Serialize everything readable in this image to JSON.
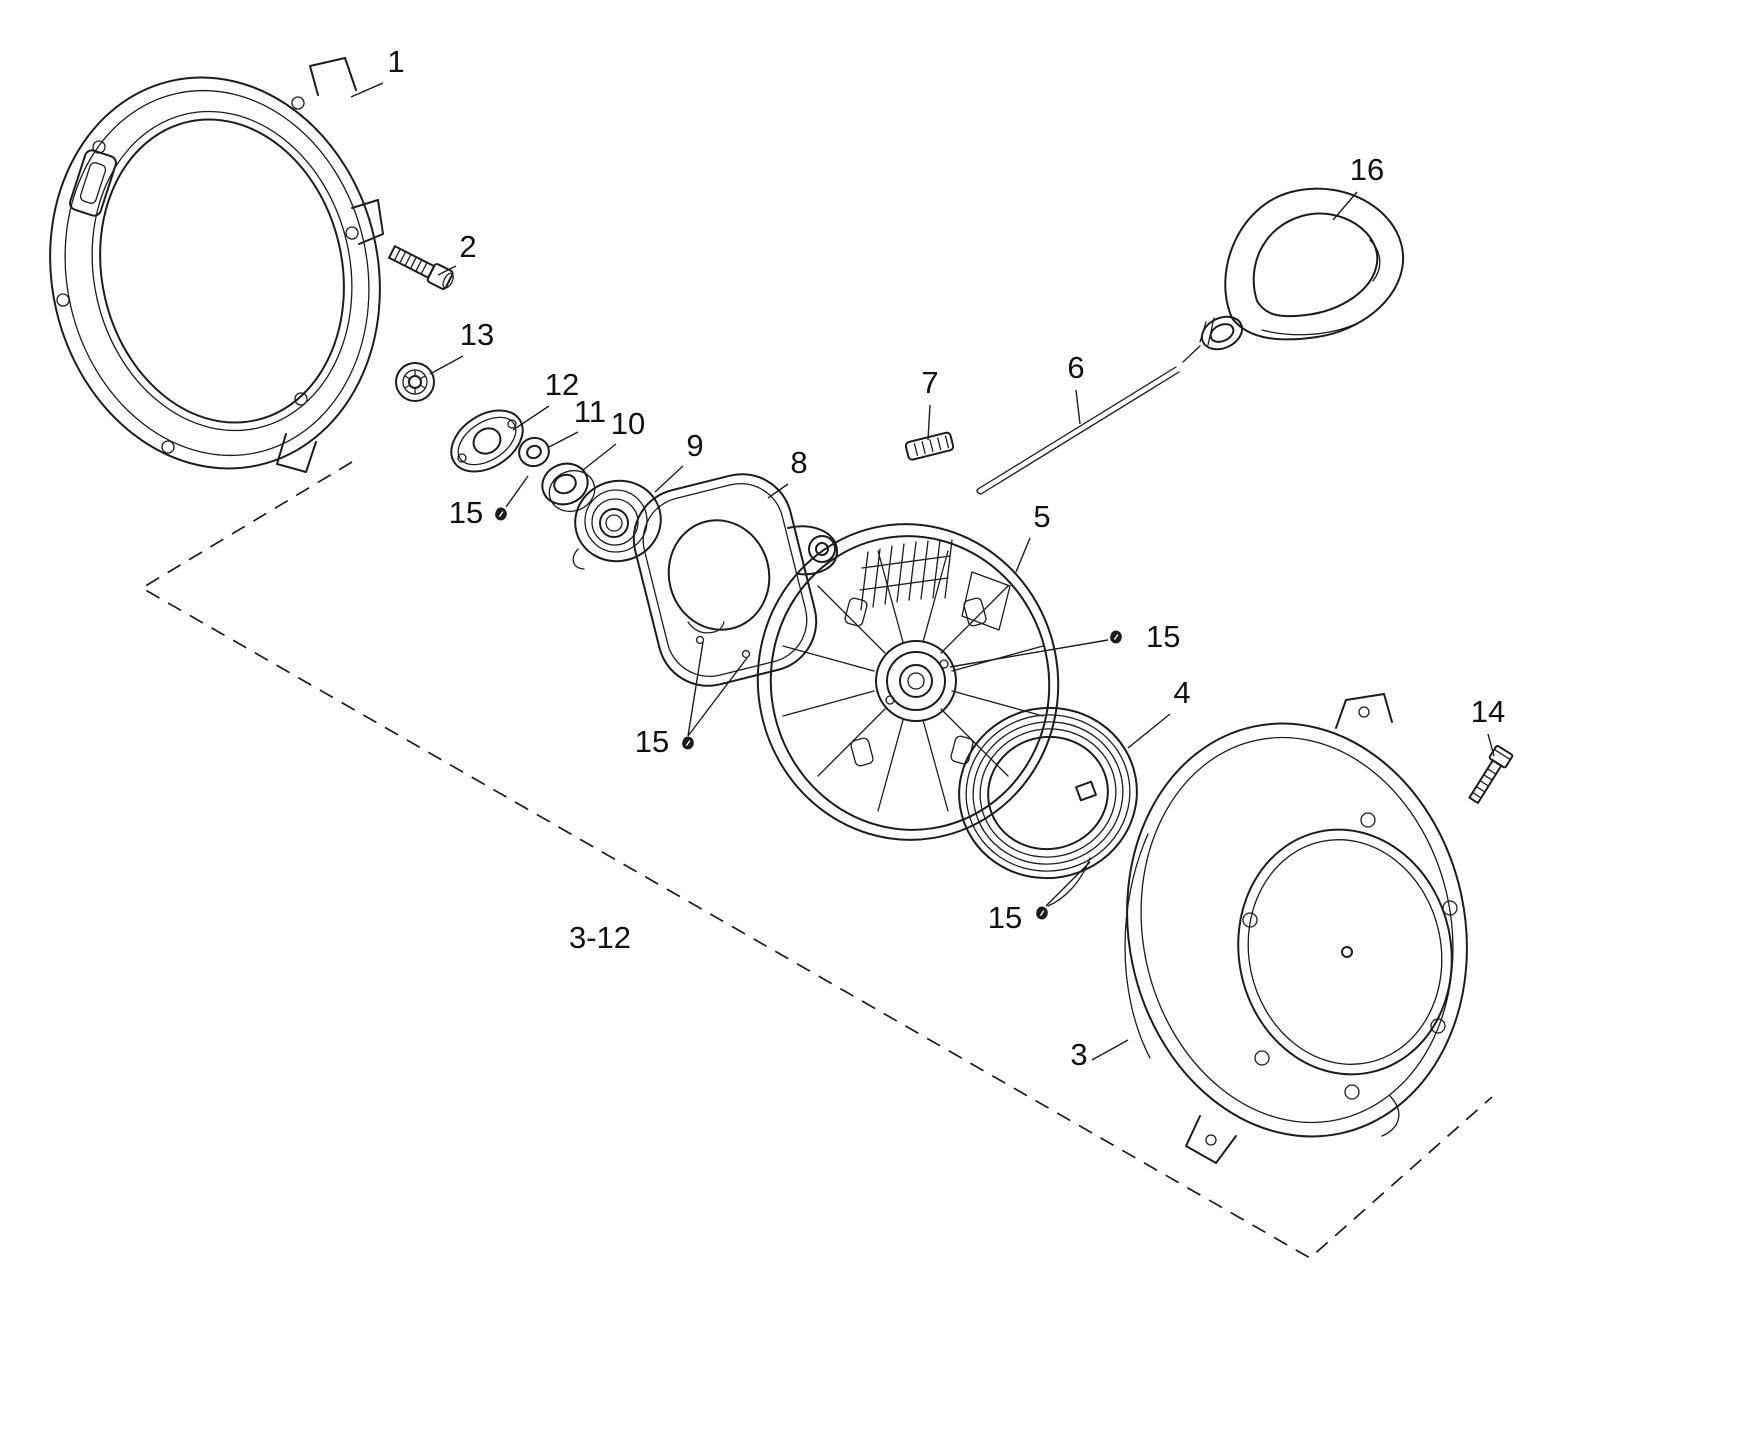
{
  "diagram": {
    "background": "#ffffff",
    "line_color": "#1c1c1c",
    "label_color": "#111111"
  },
  "callouts": {
    "part1": "1",
    "part2": "2",
    "part3": "3",
    "part4": "4",
    "part5": "5",
    "part6": "6",
    "part7": "7",
    "part8": "8",
    "part9": "9",
    "part10": "10",
    "part11": "11",
    "part12": "12",
    "part13": "13",
    "part14": "14",
    "part15": "15",
    "part16": "16",
    "group_range": "3-12"
  }
}
